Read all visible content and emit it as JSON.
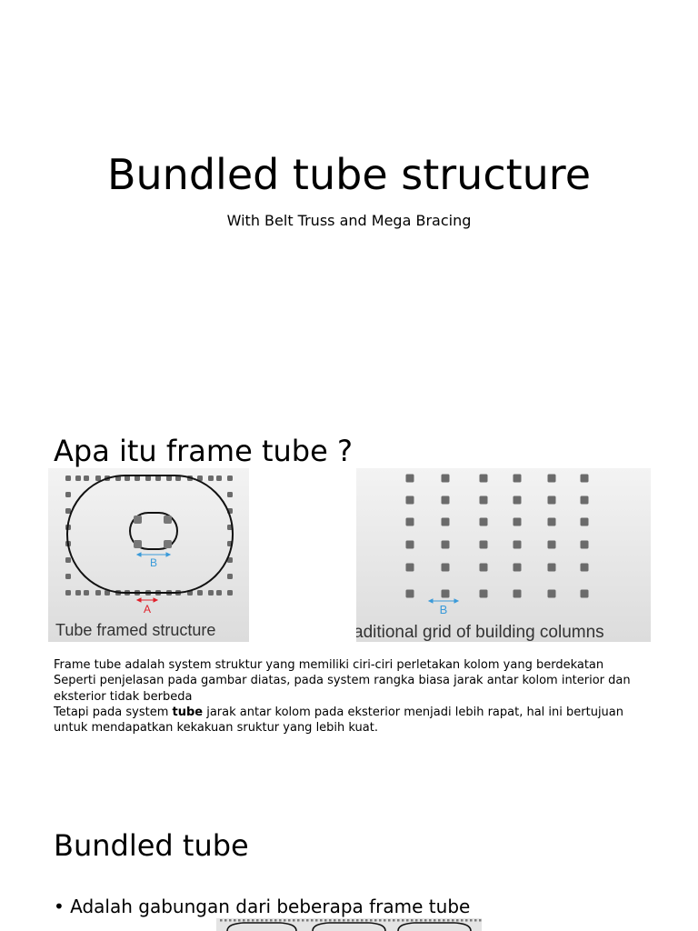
{
  "slide1": {
    "title": "Bundled tube structure",
    "subtitle": "With Belt Truss and Mega Bracing"
  },
  "slide2": {
    "heading": "Apa itu frame tube ?",
    "figure_left": {
      "label_b": "B",
      "label_a": "A",
      "caption": "Tube framed structure"
    },
    "figure_right": {
      "label_b": "B",
      "caption": "aditional grid of building columns"
    },
    "paragraphs": [
      "Frame tube adalah system struktur yang memiliki ciri-ciri perletakan kolom yang berdekatan",
      "Seperti penjelasan pada gambar diatas, pada system rangka biasa jarak antar kolom interior dan eksterior tidak berbeda"
    ],
    "paragraph3": {
      "before": "Tetapi pada system ",
      "bold": "tube",
      "after": " jarak antar kolom pada eksterior menjadi lebih rapat, hal ini bertujuan untuk mendapatkan kekakuan sruktur yang lebih kuat."
    }
  },
  "slide3": {
    "heading": "Bundled tube",
    "bullet": "• Adalah gabungan dari beberapa frame tube"
  },
  "colors": {
    "figure_bg": "#e8e8e8",
    "column": "#6b6b6b",
    "dimension_b": "#3a9ad9",
    "dimension_a": "#e0202a"
  }
}
